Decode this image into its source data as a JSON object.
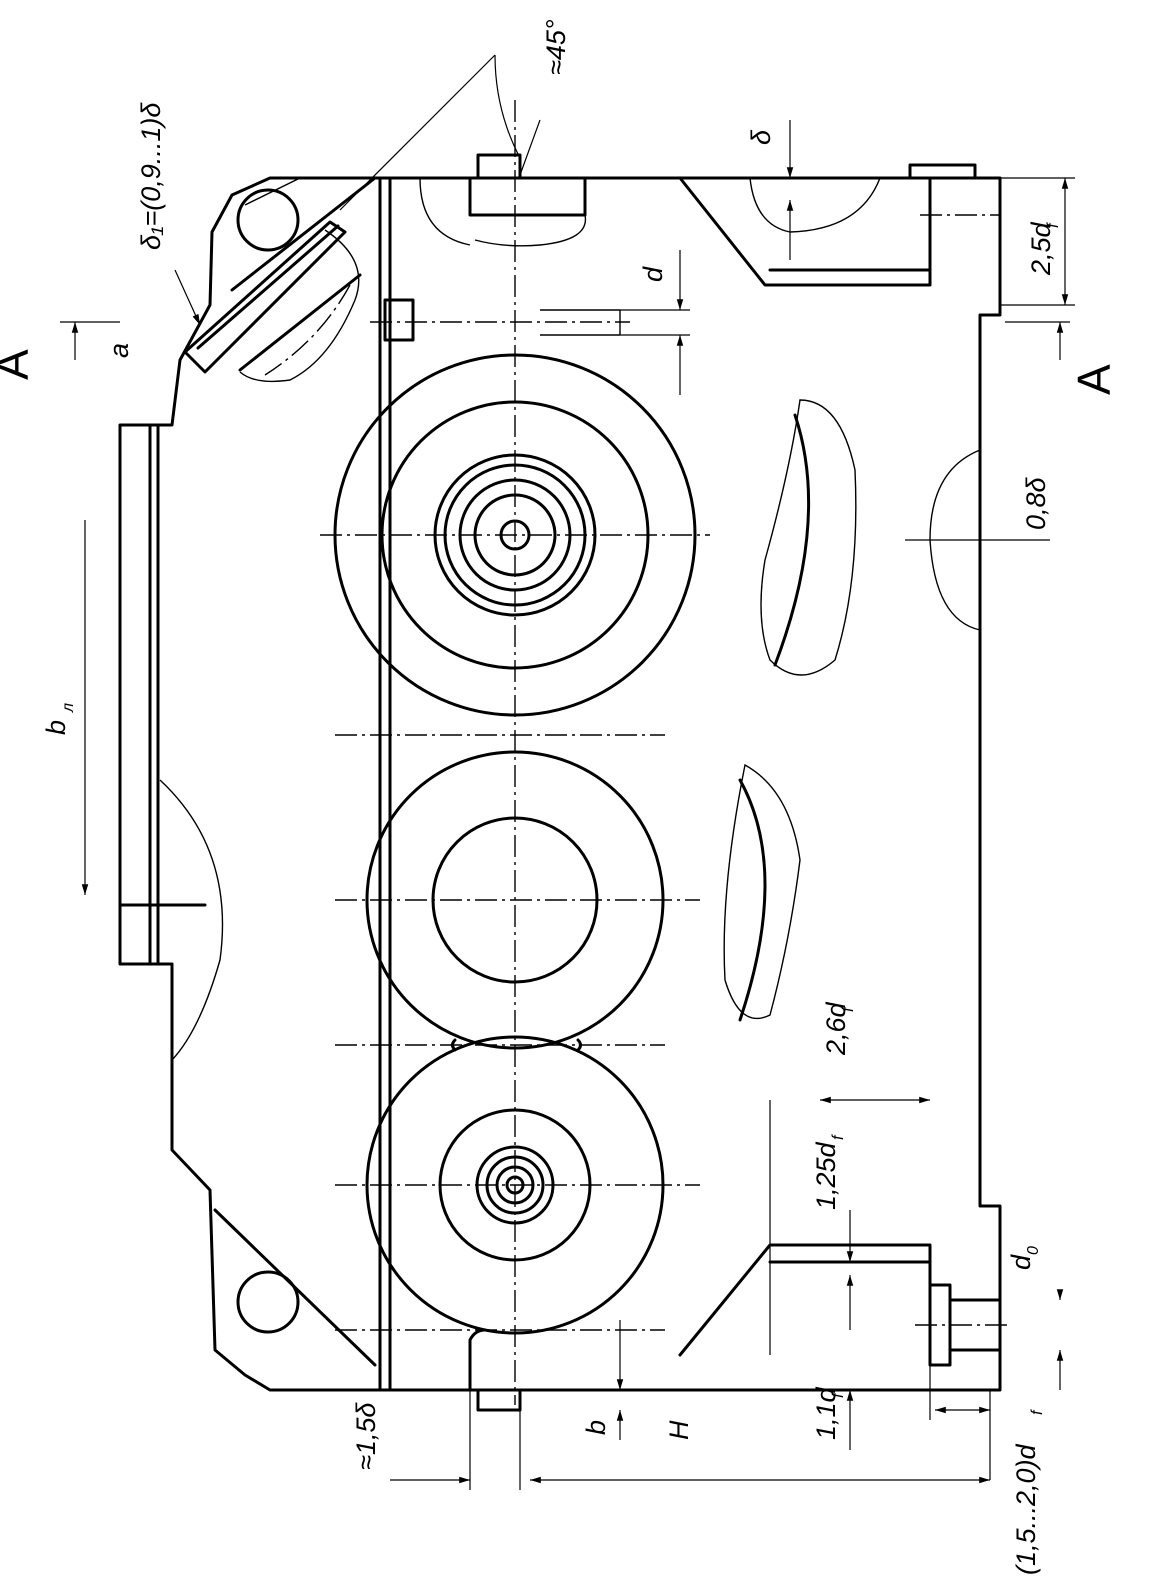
{
  "drawing": {
    "section_marks": {
      "left": "A",
      "right": "A"
    },
    "dimensions": {
      "angle": "≈45°",
      "wall": "δ",
      "flange_wall": "δ₁=(0,9...1)δ",
      "bolt_d": "d",
      "rib_a": "a",
      "flange_2_5": "2,5d",
      "wall_0_8": "0,8δ",
      "length_b": "b",
      "dist_2_6": "2,6d",
      "dist_1_25": "1,25d",
      "foundation_d": "d",
      "dist_1_1": "1,1d",
      "thick_b": "b",
      "height_H": "H",
      "approx_1_5": "≈1,5δ",
      "range_1_5_2": "(1,5...2,0)d"
    },
    "subscripts": {
      "delta1": "1",
      "f": "f",
      "l": "л",
      "zero": "0"
    }
  }
}
